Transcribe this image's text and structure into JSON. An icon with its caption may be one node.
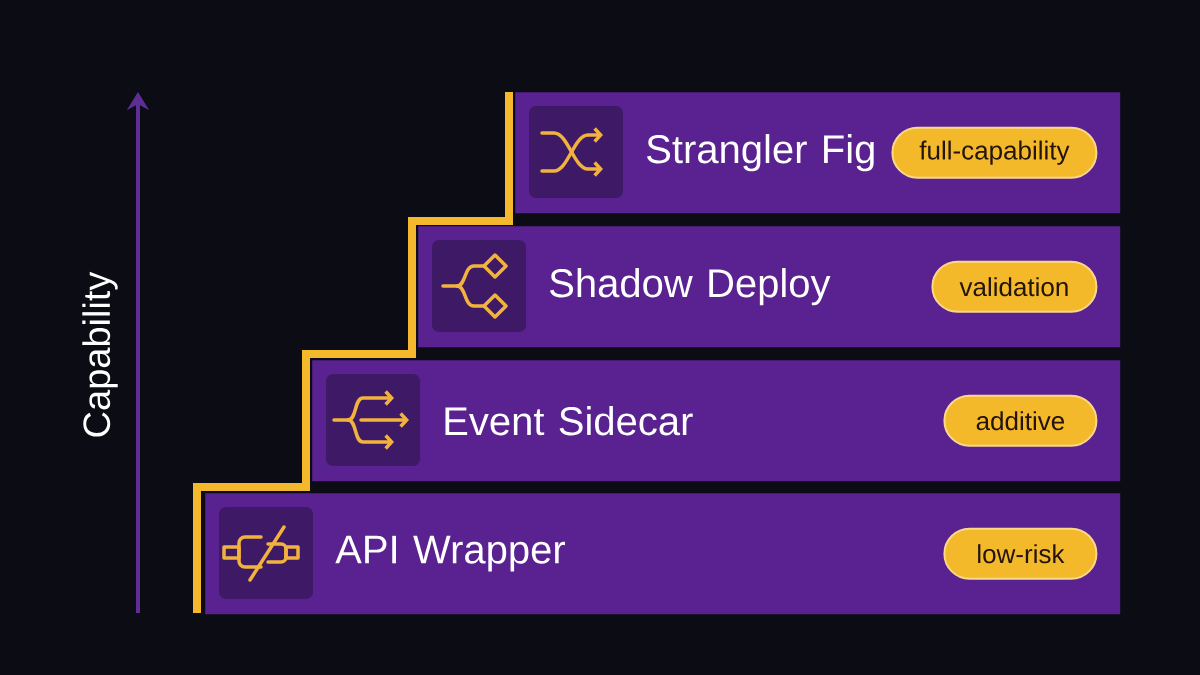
{
  "diagram": {
    "nodes": [
      {
        "text": [
          "Strangler Fig"
        ]
      },
      {
        "text": [
          "full-capability"
        ],
        "in": 0
      },
      {
        "text": [
          "Shadow Deploy"
        ]
      },
      {
        "text": [
          "validation"
        ],
        "in": 2
      },
      {
        "text": [
          "Event Sidecar"
        ]
      },
      {
        "text": [
          "additive"
        ],
        "in": 4
      },
      {
        "text": [
          "API Wrapper"
        ]
      },
      {
        "text": [
          "low-risk"
        ],
        "in": 6
      }
    ],
    "labels": [
      "Capability"
    ]
  }
}
